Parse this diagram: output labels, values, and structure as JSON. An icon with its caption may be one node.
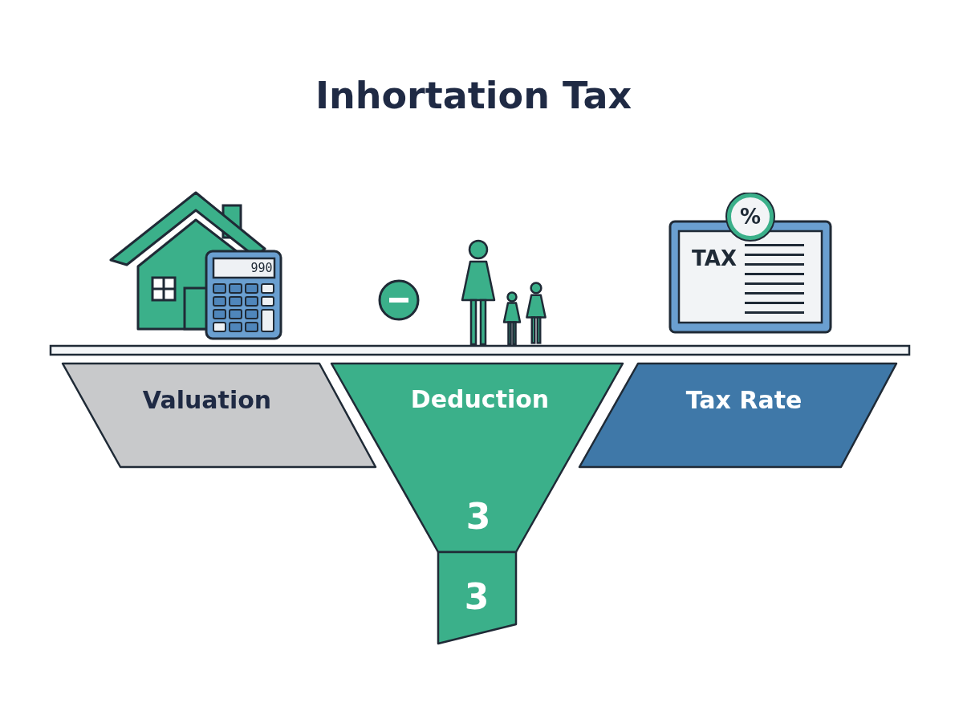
{
  "diagram": {
    "title": "Inhortation Tax",
    "nodes": [
      {
        "text": [
          "Valuation"
        ]
      },
      {
        "text": [
          "Deduction",
          "3"
        ]
      },
      {
        "text": [
          "Tax Rate"
        ]
      },
      {
        "text": [
          "3"
        ]
      },
      {
        "text": [],
        "shape": "bar"
      }
    ],
    "labels": [
      "990",
      "%",
      "TAX"
    ]
  }
}
